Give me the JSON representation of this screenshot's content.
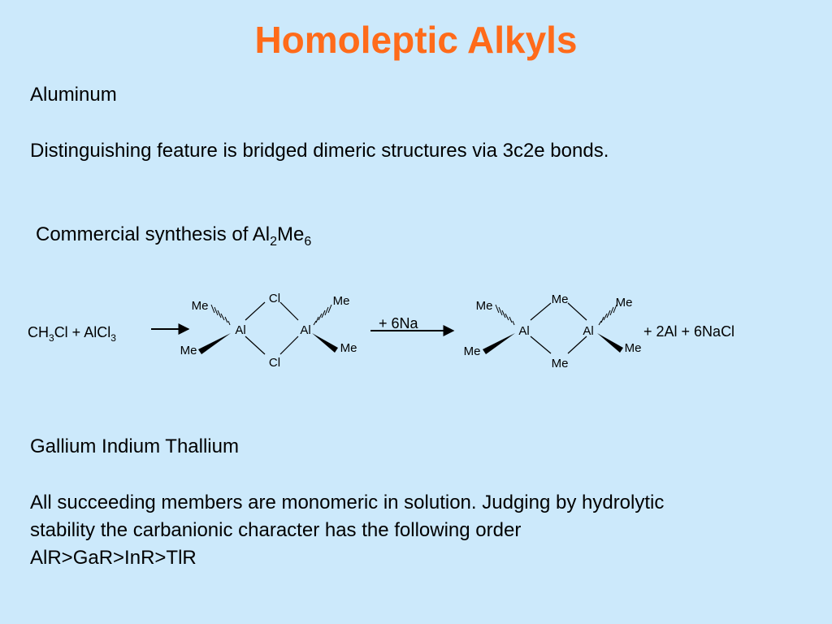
{
  "title": "Homoleptic Alkyls",
  "aluminum": {
    "heading": "Aluminum",
    "feature": "Distinguishing feature is bridged dimeric structures via 3c2e bonds.",
    "synthesis_label": "Commercial synthesis of Al",
    "synthesis_sub1": "2",
    "synthesis_mid": "Me",
    "synthesis_sub2": "6"
  },
  "reaction": {
    "reactant_a": "CH",
    "reactant_a_sub": "3",
    "reactant_b": "Cl + AlCl",
    "reactant_b_sub": "3",
    "reagent": "+  6Na",
    "byproducts": "+ 2Al  + 6NaCl",
    "metal": "Al",
    "methyl": "Me",
    "chloride": "Cl"
  },
  "group13": {
    "heading": "Gallium Indium Thallium",
    "line1": "All succeeding members are monomeric in solution. Judging by hydrolytic",
    "line2": "stability the carbanionic character has the following order",
    "line3": "AlR>GaR>InR>TlR"
  }
}
